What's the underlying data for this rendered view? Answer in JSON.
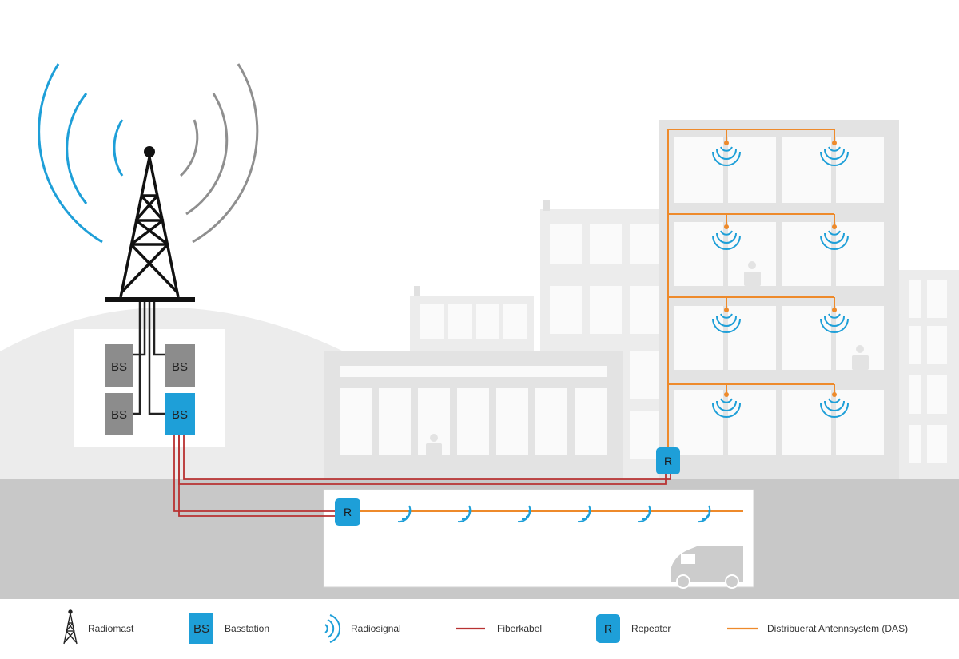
{
  "colors": {
    "blue": "#1e9fd8",
    "grey_box": "#8c8c8c",
    "fiber": "#b83232",
    "das": "#ee8a2b",
    "ground": "#c8c8c8",
    "building_light": "#ececec",
    "building_mid": "#e3e3e3",
    "signal_grey": "#8f8f8f"
  },
  "base_stations": [
    {
      "label": "BS",
      "active": false
    },
    {
      "label": "BS",
      "active": false
    },
    {
      "label": "BS",
      "active": false
    },
    {
      "label": "BS",
      "active": true
    }
  ],
  "repeaters": [
    {
      "label": "R",
      "location": "building"
    },
    {
      "label": "R",
      "location": "tunnel"
    }
  ],
  "legend": [
    {
      "icon": "radio-mast-icon",
      "label": "Radiomast"
    },
    {
      "icon": "base-station-icon",
      "icon_text": "BS",
      "label": "Basstation"
    },
    {
      "icon": "radio-signal-icon",
      "label": "Radiosignal"
    },
    {
      "icon": "fiber-cable-icon",
      "label": "Fiberkabel"
    },
    {
      "icon": "repeater-icon",
      "icon_text": "R",
      "label": "Repeater"
    },
    {
      "icon": "das-line-icon",
      "label": "Distribuerat Antennsystem (DAS)"
    }
  ]
}
